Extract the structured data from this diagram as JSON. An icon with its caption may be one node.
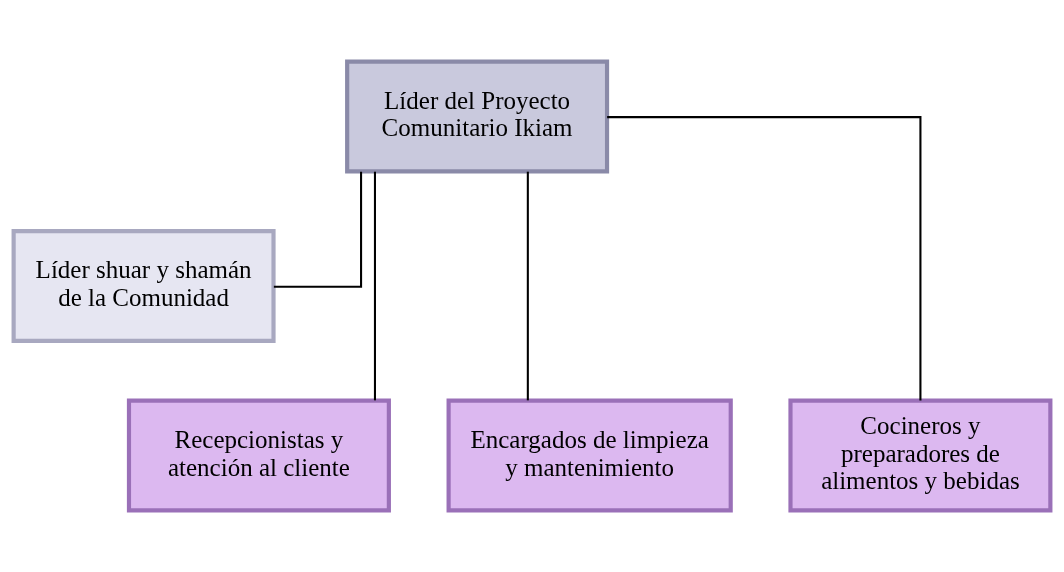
{
  "diagram": {
    "nodes": [
      {
        "text": [
          "Líder del Proyecto Comunitario Ikiam"
        ]
      },
      {
        "text": [
          "Líder shuar y shamán de la Comunidad"
        ]
      },
      {
        "text": [
          "Recepcionistas y atención al cliente"
        ]
      },
      {
        "text": [
          "Encargados de limpieza y mantenimiento"
        ]
      },
      {
        "text": [
          "Cocineros y preparadores de alimentos y bebidas"
        ]
      }
    ],
    "edges": [
      {
        "from": 0,
        "to": 1,
        "arrow": "none"
      },
      {
        "from": 0,
        "to": 2,
        "arrow": "none"
      },
      {
        "from": 0,
        "to": 3,
        "arrow": "none"
      },
      {
        "from": 0,
        "to": 4,
        "arrow": "none"
      }
    ]
  }
}
